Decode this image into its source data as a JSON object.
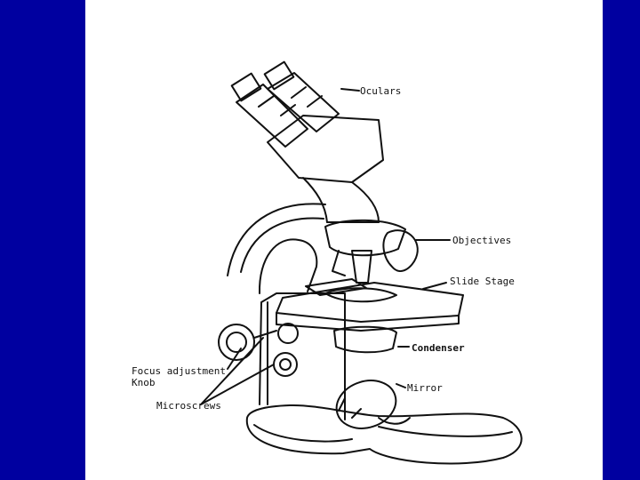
{
  "colors": {
    "slide_border": "#0000a0",
    "paper": "#ffffff",
    "ink": "#111111"
  },
  "diagram": {
    "labels": {
      "oculars": "Oculars",
      "objectives": "Objectives",
      "slide_stage": "Slide Stage",
      "condenser": "Condenser",
      "focus_line1": "Focus adjustment",
      "focus_line2": "Knob",
      "microscrews": "Microscrews",
      "mirror": "Mirror"
    }
  }
}
